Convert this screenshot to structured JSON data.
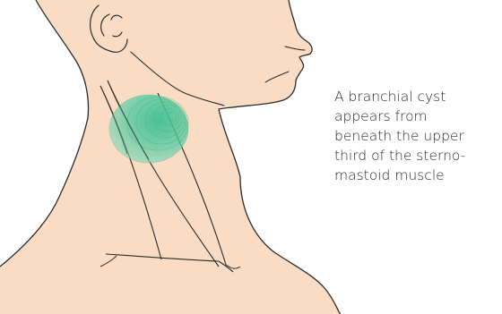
{
  "caption": {
    "lines": [
      "A branchial cyst",
      "appears from",
      "beneath the upper",
      "third of the sterno-",
      "mastoid muscle"
    ]
  },
  "colors": {
    "skin": "#f9dcc3",
    "outline": "#2b2b2b",
    "cyst": "#4fc9a0",
    "background": "#ffffff"
  }
}
